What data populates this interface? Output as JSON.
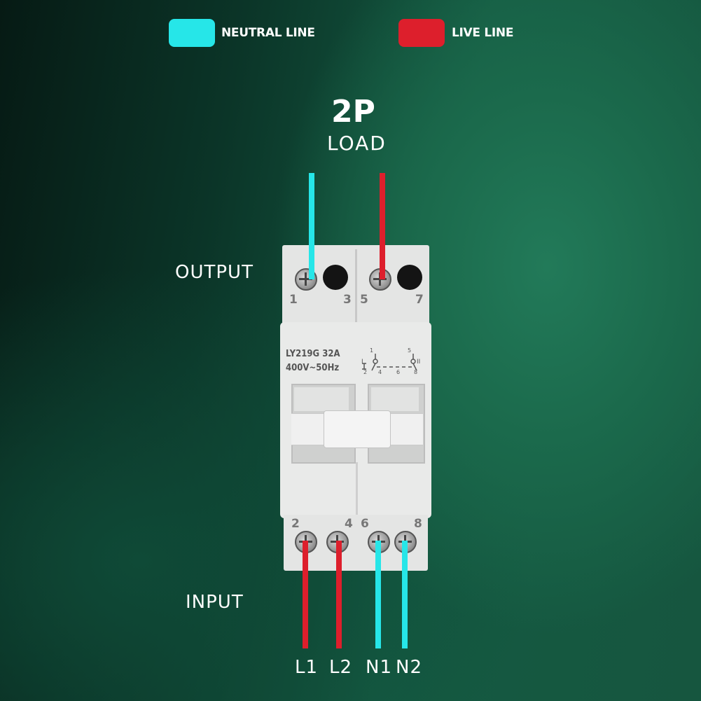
{
  "legend": {
    "neutral": {
      "label": "NEUTRAL LINE",
      "color": "#26e6e8"
    },
    "live": {
      "label": "LIVE LINE",
      "color": "#dd1f2c"
    }
  },
  "title": "2P",
  "load_label": "LOAD",
  "output_label": "OUTPUT",
  "input_label": "INPUT",
  "device": {
    "model_line1": "LY219G  32A",
    "model_line2": "400V~50Hz",
    "top_terminals": [
      "1",
      "3",
      "5",
      "7"
    ],
    "bottom_terminals": [
      "2",
      "4",
      "6",
      "8"
    ],
    "schematic_labels": [
      "1",
      "5",
      "I",
      "II",
      "2",
      "4",
      "6",
      "8"
    ]
  },
  "input_wires": [
    "L1",
    "L2",
    "N1",
    "N2"
  ]
}
